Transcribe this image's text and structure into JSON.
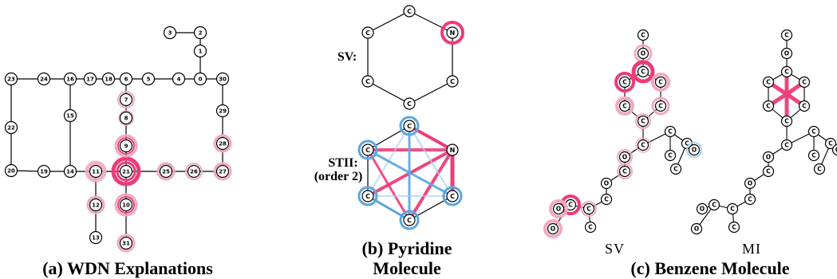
{
  "captions": {
    "a": "(a) WDN Explanations",
    "b_line1": "(b) Pyridine",
    "b_line2": "Molecule",
    "c": "(c) Benzene Molecule"
  },
  "labels": {
    "sv": "SV:",
    "stii_line1": "STII:",
    "stii_line2": "(order 2)",
    "c_sv": "SV",
    "c_mi": "MI"
  },
  "colors": {
    "pink": "#ee3b78",
    "pink_light": "#f3a8c4",
    "blue": "#5aa6e0",
    "blue_light": "#a9d0f0",
    "ink": "#000000"
  },
  "wdn": {
    "nodes": [
      {
        "id": "3"
      },
      {
        "id": "2"
      },
      {
        "id": "1"
      },
      {
        "id": "0"
      },
      {
        "id": "30"
      },
      {
        "id": "4"
      },
      {
        "id": "5"
      },
      {
        "id": "6"
      },
      {
        "id": "18"
      },
      {
        "id": "17"
      },
      {
        "id": "16"
      },
      {
        "id": "24"
      },
      {
        "id": "23"
      },
      {
        "id": "22"
      },
      {
        "id": "20"
      },
      {
        "id": "19"
      },
      {
        "id": "14"
      },
      {
        "id": "15"
      },
      {
        "id": "11"
      },
      {
        "id": "21"
      },
      {
        "id": "25"
      },
      {
        "id": "26"
      },
      {
        "id": "27"
      },
      {
        "id": "28"
      },
      {
        "id": "29"
      },
      {
        "id": "7"
      },
      {
        "id": "8"
      },
      {
        "id": "9"
      },
      {
        "id": "10"
      },
      {
        "id": "31"
      },
      {
        "id": "12"
      },
      {
        "id": "13"
      }
    ]
  },
  "pyridine": {
    "sv_atoms": [
      "C",
      "N",
      "C",
      "C",
      "C",
      "C"
    ],
    "stii_atoms": [
      "C",
      "N",
      "C",
      "C",
      "C",
      "C"
    ]
  },
  "benzene": {
    "sv_atoms": [
      "C",
      "O",
      "C",
      "C",
      "C",
      "C",
      "C",
      "C",
      "C",
      "O",
      "C",
      "O",
      "C",
      "C",
      "C",
      "O",
      "O",
      "C",
      "C",
      "C",
      "C",
      "O",
      "C"
    ],
    "mi_atoms": [
      "C",
      "O",
      "C",
      "C",
      "C",
      "C",
      "C",
      "C",
      "C",
      "O",
      "C",
      "O",
      "C",
      "C",
      "C",
      "O",
      "O",
      "C",
      "C",
      "C",
      "C",
      "O",
      "C"
    ]
  }
}
